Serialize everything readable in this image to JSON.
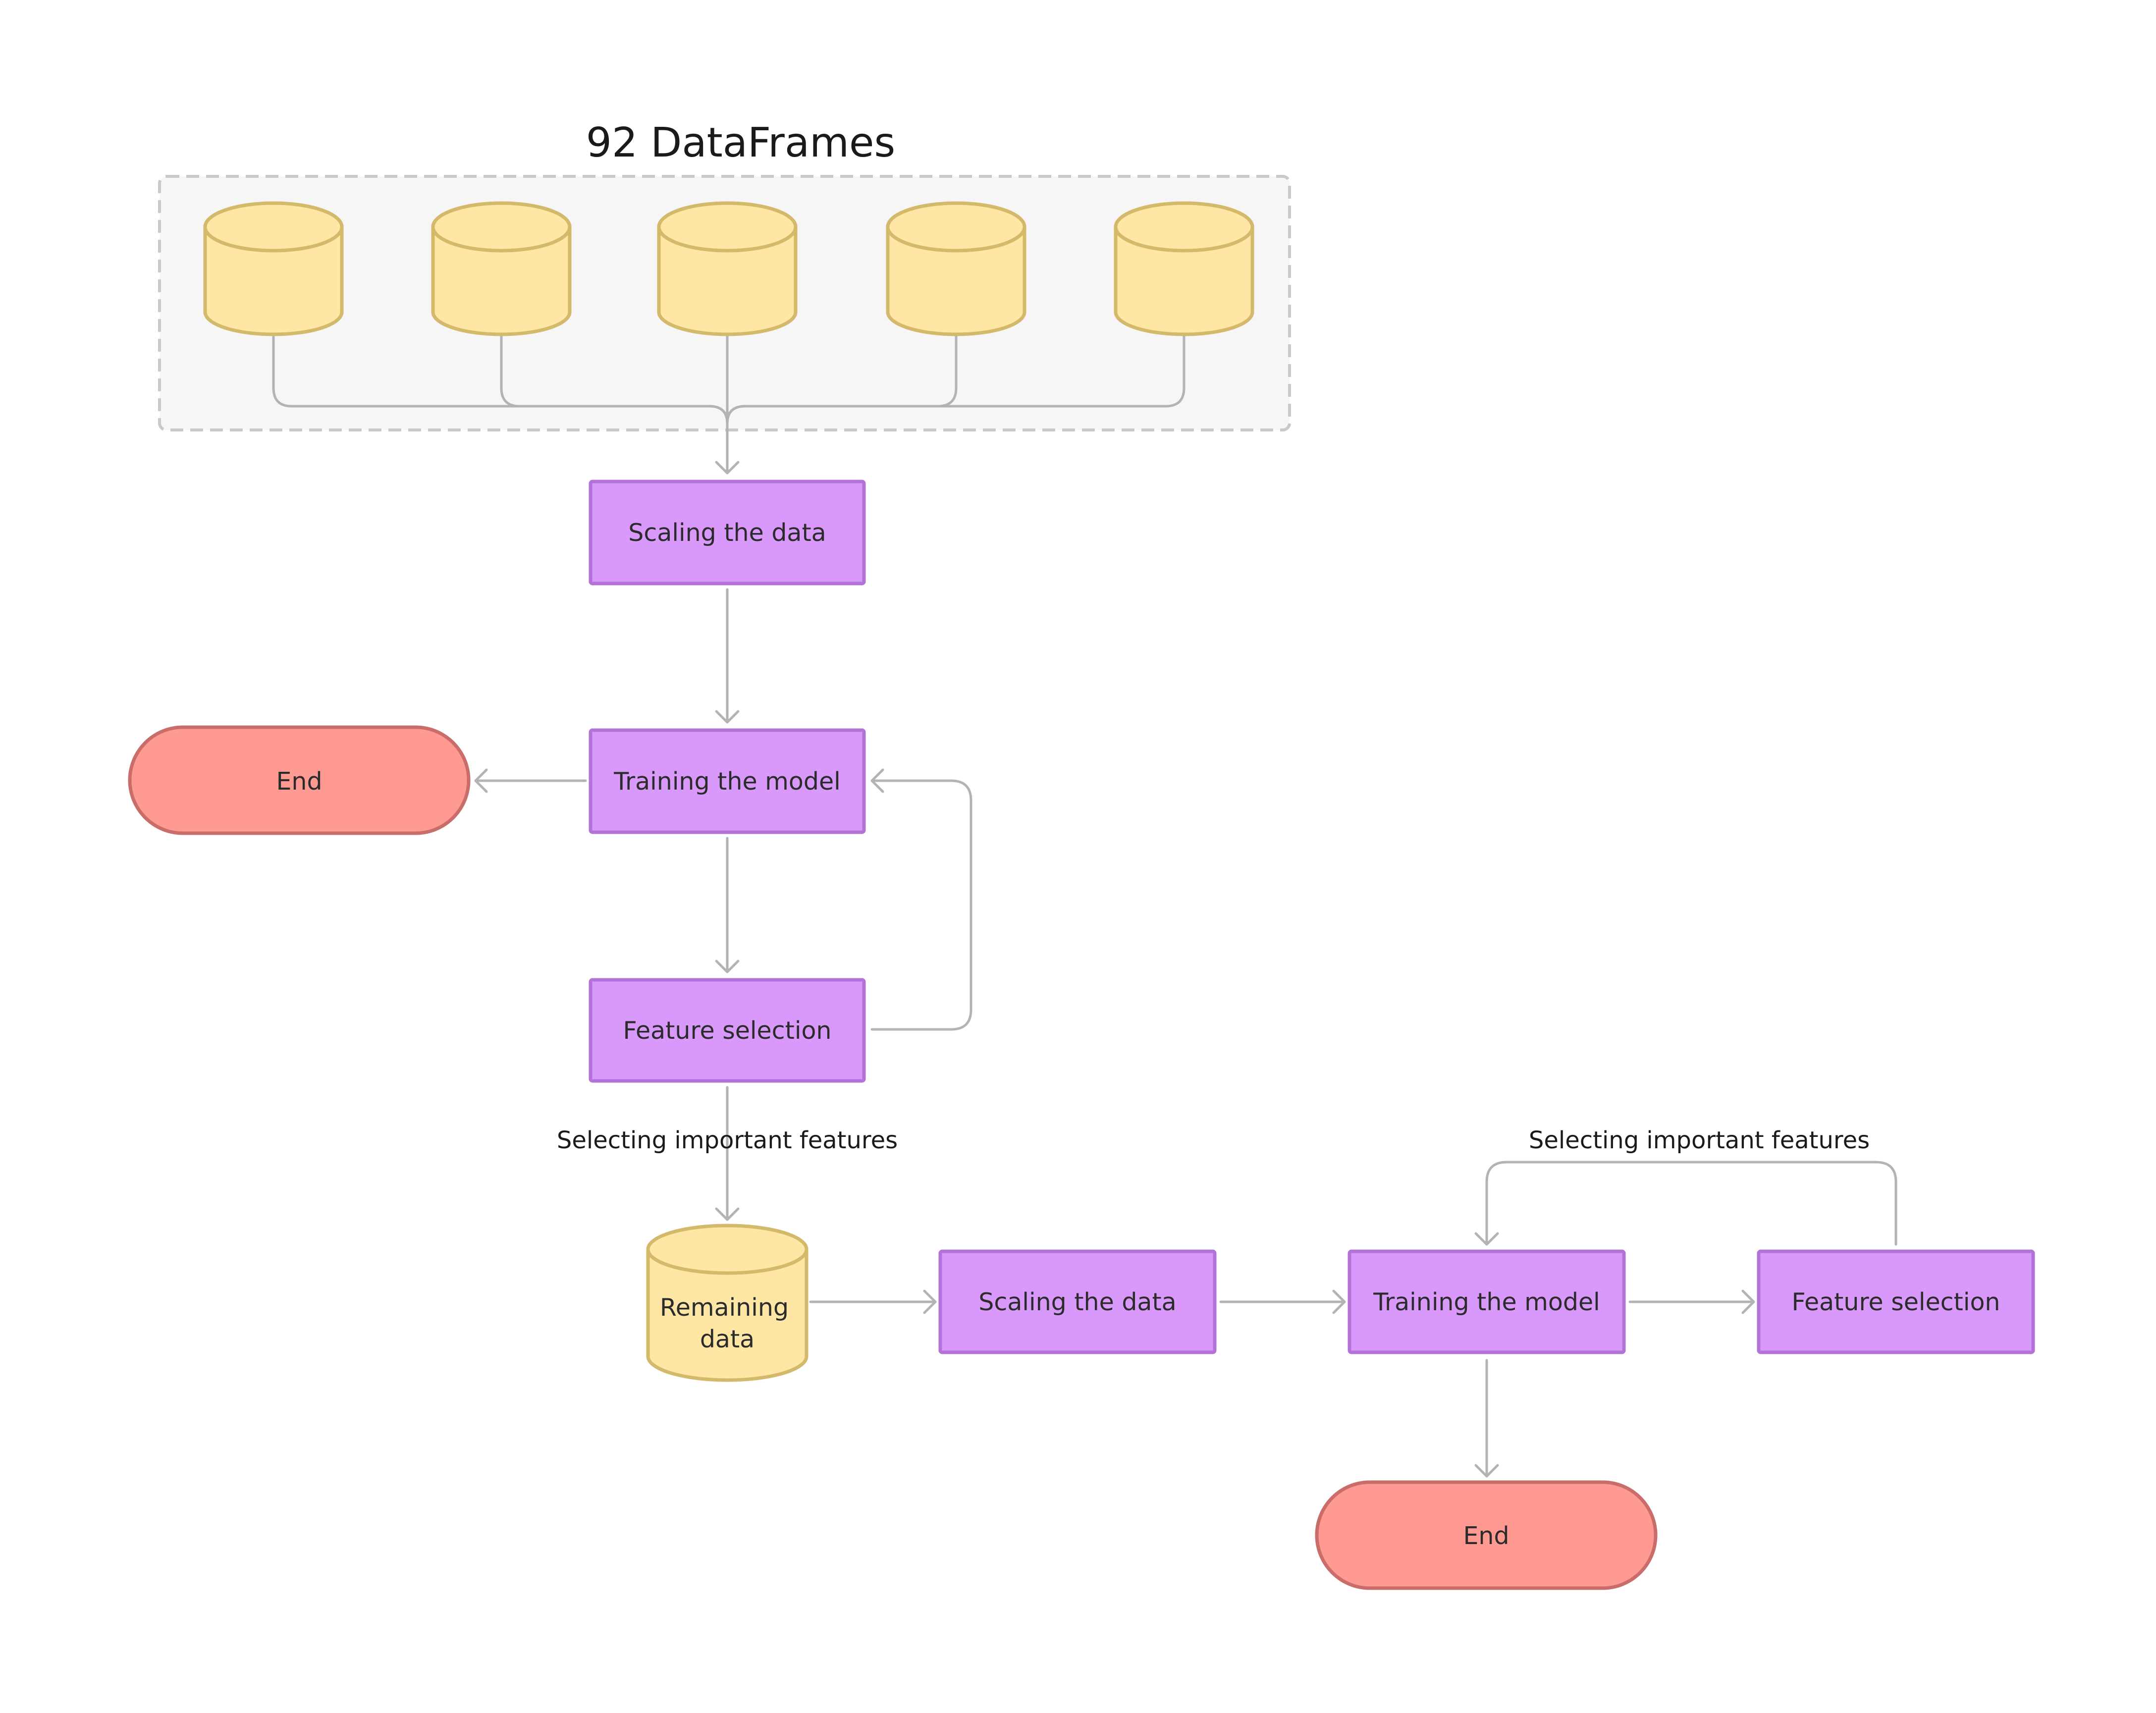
{
  "title": "92 DataFrames",
  "nodes": {
    "scaling_1": "Scaling the data",
    "training_1": "Training the model",
    "feature_1": "Feature selection",
    "end_1": "End",
    "remaining_data_line1": "Remaining",
    "remaining_data_line2": "data",
    "scaling_2": "Scaling the data",
    "training_2": "Training the model",
    "feature_2": "Feature selection",
    "end_2": "End"
  },
  "edge_labels": {
    "to_remaining": "Selecting important features",
    "loop_2": "Selecting important features"
  },
  "colors": {
    "process_fill": "#d999fb",
    "terminal_fill": "#ff9a93",
    "database_fill": "#fee7a4",
    "connector": "#b3b3b3"
  }
}
